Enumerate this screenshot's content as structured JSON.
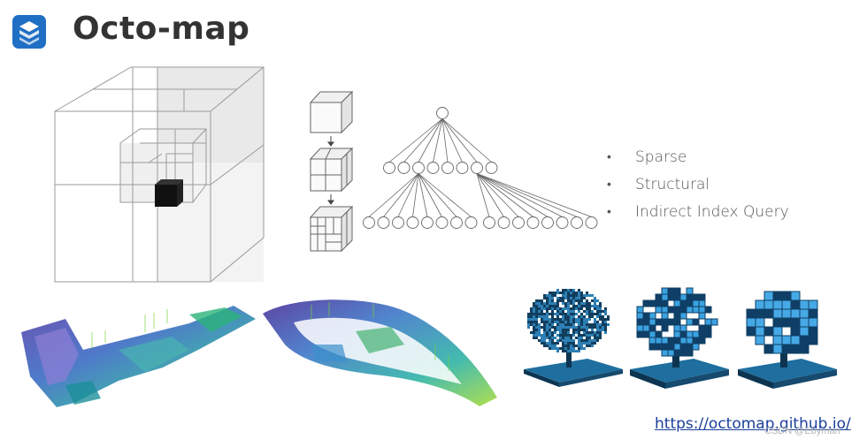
{
  "header": {
    "title": "Octo-map",
    "logo_icon": "app-logo-icon",
    "logo_color": "#1f6fc4"
  },
  "features": [
    {
      "label": "Sparse"
    },
    {
      "label": "Structural"
    },
    {
      "label": "Indirect Index Query"
    }
  ],
  "bullet_char": "•",
  "footer": {
    "link": "https://octomap.github.io/",
    "watermark": "CSDN @Ebyman"
  },
  "colors": {
    "link": "#1a3f9a",
    "voxel_blue": "#2a8fd8",
    "voxel_dark": "#0d3552"
  }
}
